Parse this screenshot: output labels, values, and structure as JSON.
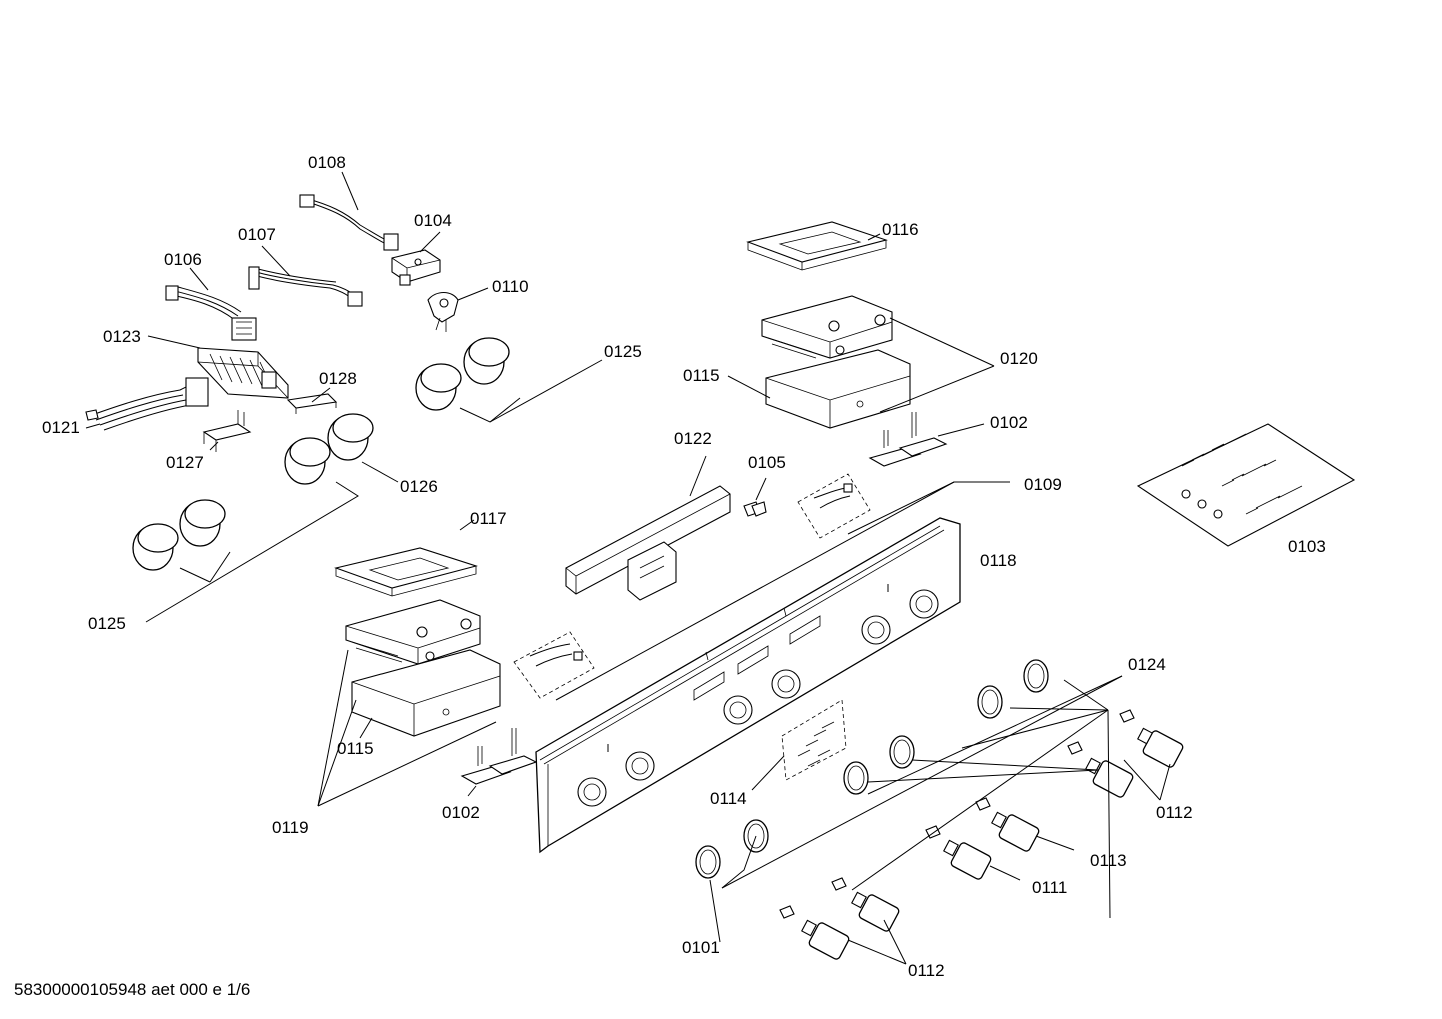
{
  "diagram": {
    "labels": {
      "p0108": "0108",
      "p0104": "0104",
      "p0107": "0107",
      "p0106": "0106",
      "p0110": "0110",
      "p0123": "0123",
      "p0125a": "0125",
      "p0128": "0128",
      "p0121": "0121",
      "p0127": "0127",
      "p0126": "0126",
      "p0125b": "0125",
      "p0116": "0116",
      "p0120": "0120",
      "p0115a": "0115",
      "p0102a": "0102",
      "p0122": "0122",
      "p0105": "0105",
      "p0109": "0109",
      "p0103": "0103",
      "p0117": "0117",
      "p0118": "0118",
      "p0124": "0124",
      "p0115b": "0115",
      "p0114": "0114",
      "p0112a": "0112",
      "p0119": "0119",
      "p0102b": "0102",
      "p0113": "0113",
      "p0111": "0111",
      "p0101": "0101",
      "p0112b": "0112"
    },
    "document_code": "58300000105948 aet 000 e 1/6"
  }
}
